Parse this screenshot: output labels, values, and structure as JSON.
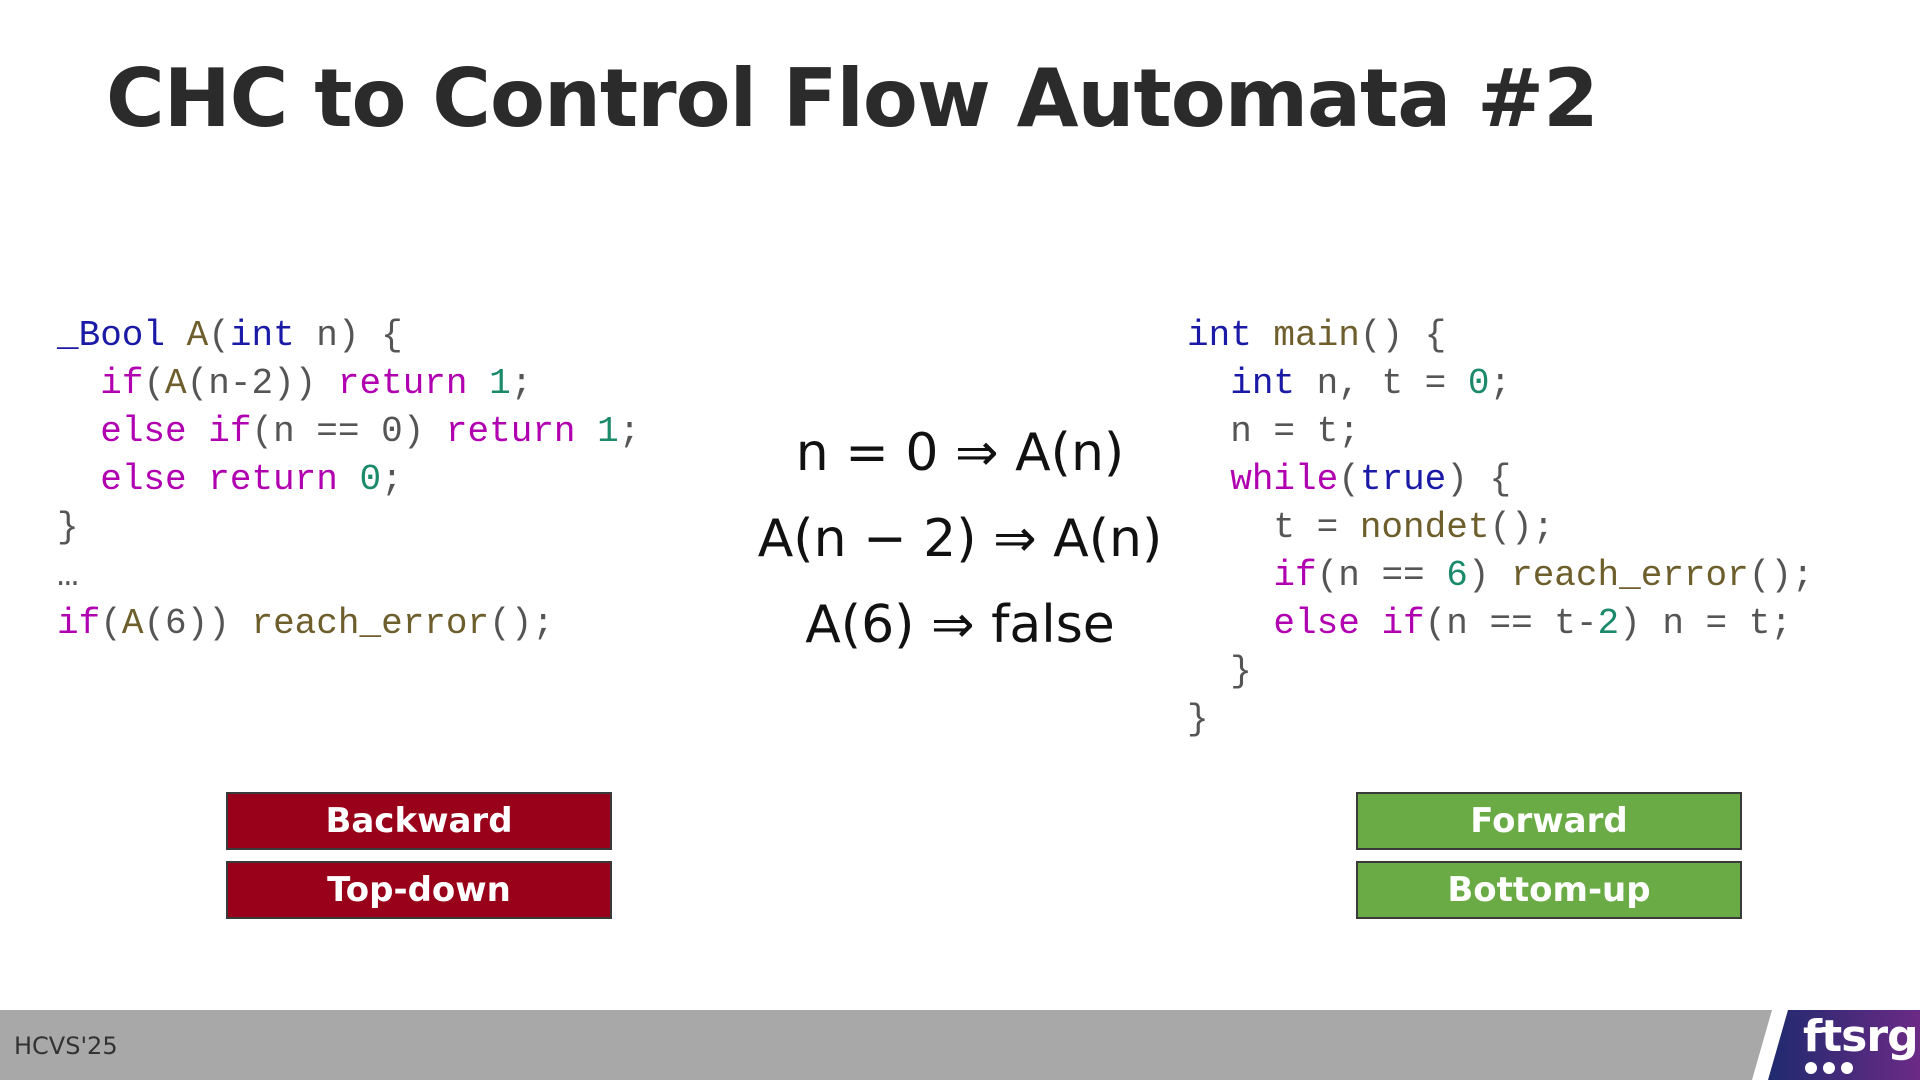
{
  "slide": {
    "title": "CHC to Control Flow Automata #2",
    "footer_text": "HCVS'25",
    "logo_text": "ftsrg"
  },
  "code_left": {
    "lines": [
      [
        [
          "ty",
          "_Bool"
        ],
        [
          "pn",
          " "
        ],
        [
          "fn",
          "A"
        ],
        [
          "pn",
          "("
        ],
        [
          "ty",
          "int"
        ],
        [
          "pn",
          " n) {"
        ]
      ],
      [
        [
          "pn",
          "  "
        ],
        [
          "kw",
          "if"
        ],
        [
          "pn",
          "("
        ],
        [
          "fn",
          "A"
        ],
        [
          "pn",
          "(n-2)) "
        ],
        [
          "kw",
          "return"
        ],
        [
          "pn",
          " "
        ],
        [
          "nm",
          "1"
        ],
        [
          "pn",
          ";"
        ]
      ],
      [
        [
          "pn",
          "  "
        ],
        [
          "kw",
          "else"
        ],
        [
          "pn",
          " "
        ],
        [
          "kw",
          "if"
        ],
        [
          "pn",
          "(n == 0) "
        ],
        [
          "kw",
          "return"
        ],
        [
          "pn",
          " "
        ],
        [
          "nm",
          "1"
        ],
        [
          "pn",
          ";"
        ]
      ],
      [
        [
          "pn",
          "  "
        ],
        [
          "kw",
          "else"
        ],
        [
          "pn",
          " "
        ],
        [
          "kw",
          "return"
        ],
        [
          "pn",
          " "
        ],
        [
          "nm",
          "0"
        ],
        [
          "pn",
          ";"
        ]
      ],
      [
        [
          "pn",
          "}"
        ]
      ],
      [
        [
          "pn",
          "…"
        ]
      ],
      [
        [
          "kw",
          "if"
        ],
        [
          "pn",
          "("
        ],
        [
          "fn",
          "A"
        ],
        [
          "pn",
          "(6)) "
        ],
        [
          "fn",
          "reach_error"
        ],
        [
          "pn",
          "();"
        ]
      ]
    ]
  },
  "code_right": {
    "lines": [
      [
        [
          "ty",
          "int"
        ],
        [
          "pn",
          " "
        ],
        [
          "fn",
          "main"
        ],
        [
          "pn",
          "() {"
        ]
      ],
      [
        [
          "pn",
          "  "
        ],
        [
          "ty",
          "int"
        ],
        [
          "pn",
          " n, t = "
        ],
        [
          "nm",
          "0"
        ],
        [
          "pn",
          ";"
        ]
      ],
      [
        [
          "pn",
          "  n = t;"
        ]
      ],
      [
        [
          "pn",
          "  "
        ],
        [
          "kw",
          "while"
        ],
        [
          "pn",
          "("
        ],
        [
          "ty",
          "true"
        ],
        [
          "pn",
          ") {"
        ]
      ],
      [
        [
          "pn",
          "    t = "
        ],
        [
          "fn",
          "nondet"
        ],
        [
          "pn",
          "();"
        ]
      ],
      [
        [
          "pn",
          "    "
        ],
        [
          "kw",
          "if"
        ],
        [
          "pn",
          "(n == "
        ],
        [
          "nm",
          "6"
        ],
        [
          "pn",
          ") "
        ],
        [
          "fn",
          "reach_error"
        ],
        [
          "pn",
          "();"
        ]
      ],
      [
        [
          "pn",
          "    "
        ],
        [
          "kw",
          "else"
        ],
        [
          "pn",
          " "
        ],
        [
          "kw",
          "if"
        ],
        [
          "pn",
          "(n == t-"
        ],
        [
          "nm",
          "2"
        ],
        [
          "pn",
          ") n = t;"
        ]
      ],
      [
        [
          "pn",
          "  }"
        ]
      ],
      [
        [
          "pn",
          "}"
        ]
      ]
    ]
  },
  "clauses": [
    "n = 0 ⇒ A(n)",
    "A(n − 2) ⇒ A(n)",
    "A(6) ⇒ false"
  ],
  "tags": {
    "backward": "Backward",
    "top_down": "Top-down",
    "forward": "Forward",
    "bottom_up": "Bottom-up"
  },
  "colors": {
    "keyword": "#b000b0",
    "type": "#1a1aa6",
    "function": "#6d5e2c",
    "number": "#1a8a6a",
    "backward_bg": "#990019",
    "forward_bg": "#6aab45",
    "footer_bg": "#a8a8a8",
    "logo_gradient_start": "#1f2a6e",
    "logo_gradient_end": "#6b2a86"
  }
}
